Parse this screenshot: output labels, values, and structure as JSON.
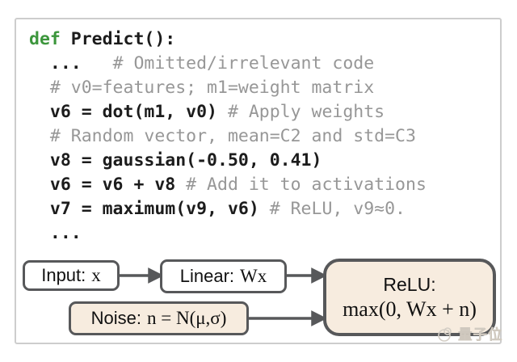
{
  "code": {
    "lines": [
      {
        "tokens": [
          {
            "text": "def",
            "type": "keyword"
          },
          {
            "text": " Predict():",
            "type": "code"
          }
        ]
      },
      {
        "tokens": [
          {
            "text": "  ...   ",
            "type": "code"
          },
          {
            "text": "# Omitted/irrelevant code",
            "type": "comment"
          }
        ]
      },
      {
        "tokens": [
          {
            "text": "  ",
            "type": "code"
          },
          {
            "text": "# v0=features; m1=weight matrix",
            "type": "comment"
          }
        ]
      },
      {
        "tokens": [
          {
            "text": "  v6 = dot(m1, v0) ",
            "type": "code"
          },
          {
            "text": "# Apply weights",
            "type": "comment"
          }
        ]
      },
      {
        "tokens": [
          {
            "text": "  ",
            "type": "code"
          },
          {
            "text": "# Random vector, mean=C2 and std=C3",
            "type": "comment"
          }
        ]
      },
      {
        "tokens": [
          {
            "text": "  v8 = gaussian(-0.50, 0.41)",
            "type": "code"
          }
        ]
      },
      {
        "tokens": [
          {
            "text": "  v6 = v6 + v8 ",
            "type": "code"
          },
          {
            "text": "# Add it to activations",
            "type": "comment"
          }
        ]
      },
      {
        "tokens": [
          {
            "text": "  v7 = maximum(v9, v6) ",
            "type": "code"
          },
          {
            "text": "# ReLU, v9≈0.",
            "type": "comment"
          }
        ]
      },
      {
        "tokens": [
          {
            "text": "  ...",
            "type": "code"
          }
        ]
      }
    ]
  },
  "diagram": {
    "input_box": {
      "label": "Input:",
      "math": "x"
    },
    "linear_box": {
      "label": "Linear:",
      "math": "Wx"
    },
    "noise_box": {
      "label": "Noise:",
      "math": "n = N(μ,σ)"
    },
    "relu_box": {
      "title": "ReLU:",
      "math": "max(0, Wx + n)"
    }
  },
  "watermark": {
    "text": "量子位"
  },
  "colors": {
    "keyword_green": "#3c963c",
    "comment_gray": "#979797",
    "code_black": "#1c1c1c",
    "node_border": "#57585a",
    "node_cream": "#f7ecdf",
    "frame_border": "#cdcdcd",
    "watermark_gray": "#d4cec5"
  }
}
